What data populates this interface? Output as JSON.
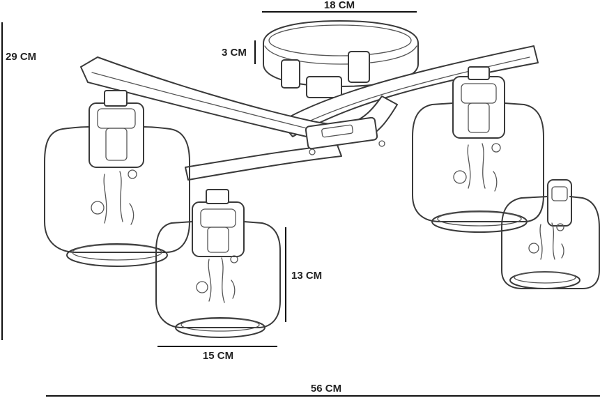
{
  "dimensions": {
    "top_width": "18 CM",
    "canopy_height": "3 CM",
    "total_height": "29 CM",
    "shade_height": "13 CM",
    "shade_width": "15 CM",
    "total_width": "56 CM"
  },
  "colors": {
    "ink": "#3a3a3a",
    "background": "#ffffff"
  }
}
